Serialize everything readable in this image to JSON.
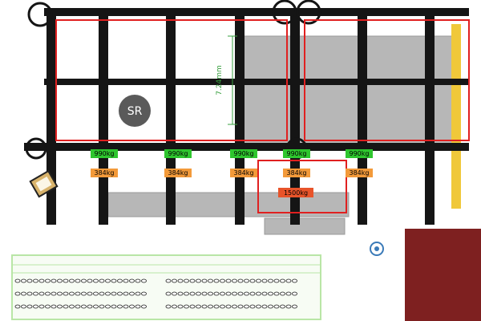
{
  "colors": {
    "truss": "#151515",
    "zone_outline": "#e02020",
    "weight_upper_bg": "#2ec62e",
    "weight_lower_bg": "#f39a3a",
    "weight_heavy_bg": "#e8542a",
    "stage_floor": "#7e2020",
    "gray_wall": "#b7b7b7",
    "yellow_column": "#f0c83a",
    "light_green_seating": "#b9e6a6"
  },
  "icons": {
    "sr_circle": "sr-circle-icon",
    "speaker_symbol": "speaker-symbol-icon",
    "tilted_panel": "tilted-panel-icon"
  },
  "labels": {
    "sr": "SR",
    "dimension": "7.24mm",
    "heavy_weight": "1500kg"
  },
  "weights_upper": [
    "990kg",
    "990kg",
    "990kg",
    "990kg",
    "990kg"
  ],
  "weights_lower": [
    "384kg",
    "384kg",
    "384kg",
    "384kg",
    "384kg"
  ]
}
